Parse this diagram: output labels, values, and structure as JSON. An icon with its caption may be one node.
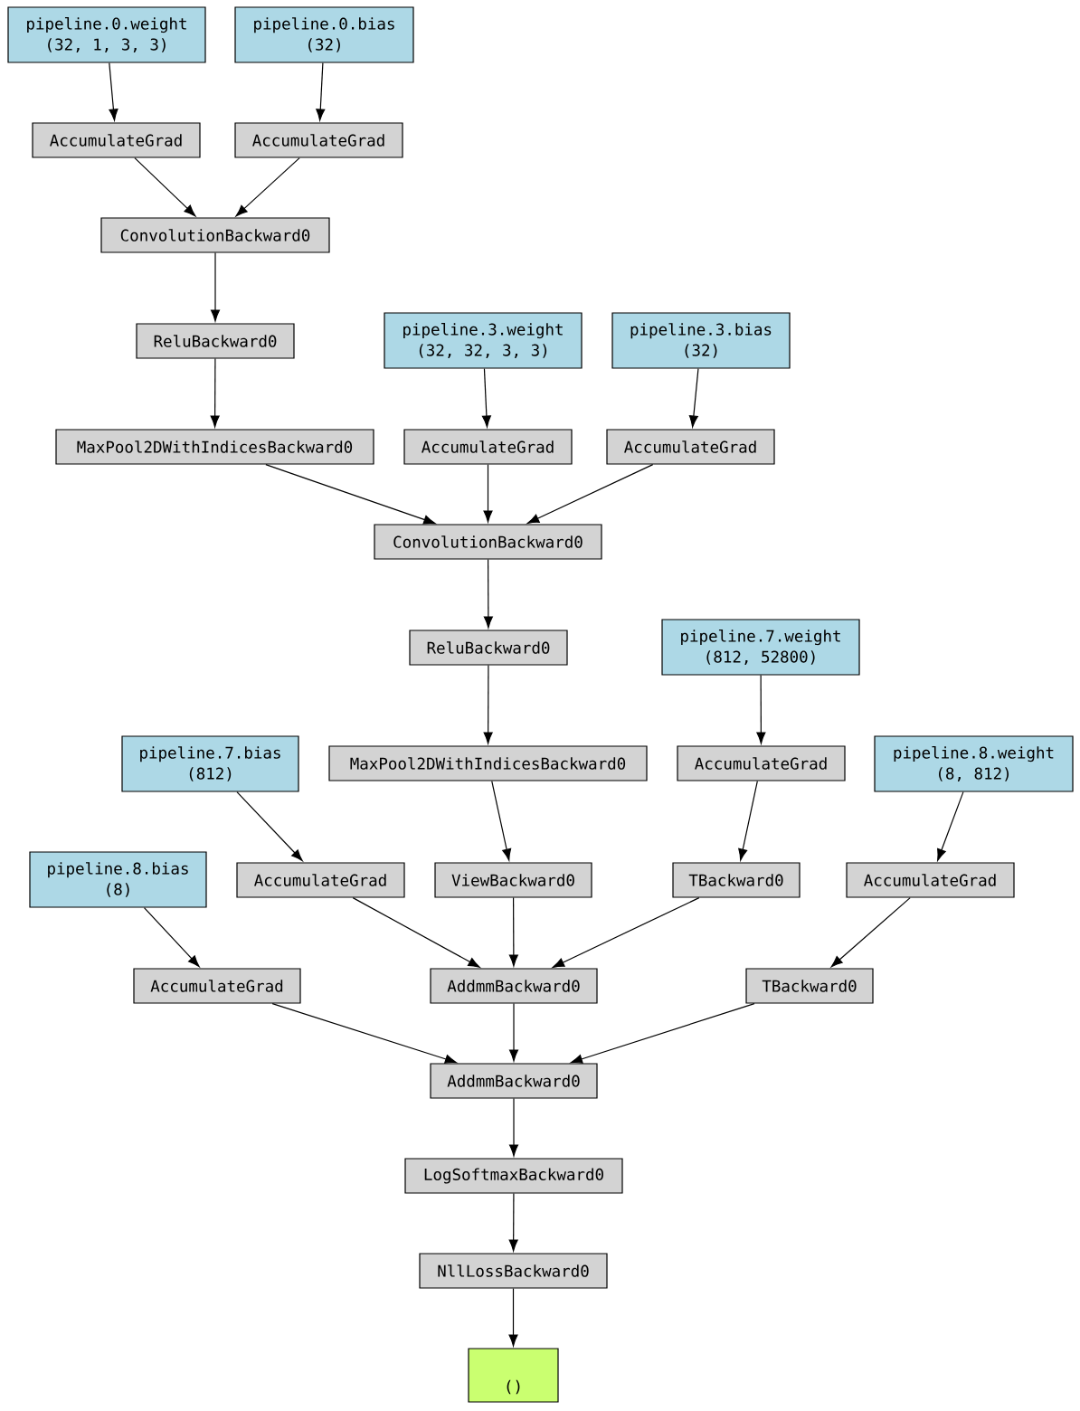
{
  "diagram": {
    "nodes": [
      {
        "text": [
          "pipeline.0.weight",
          "(32, 1, 3, 3)"
        ]
      },
      {
        "text": [
          "pipeline.0.bias",
          "(32)"
        ]
      },
      {
        "text": [
          "AccumulateGrad"
        ]
      },
      {
        "text": [
          "AccumulateGrad"
        ]
      },
      {
        "text": [
          "ConvolutionBackward0"
        ]
      },
      {
        "text": [
          "ReluBackward0"
        ]
      },
      {
        "text": [
          "pipeline.3.weight",
          "(32, 32, 3, 3)"
        ]
      },
      {
        "text": [
          "pipeline.3.bias",
          "(32)"
        ]
      },
      {
        "text": [
          "MaxPool2DWithIndicesBackward0"
        ]
      },
      {
        "text": [
          "AccumulateGrad"
        ]
      },
      {
        "text": [
          "AccumulateGrad"
        ]
      },
      {
        "text": [
          "ConvolutionBackward0"
        ]
      },
      {
        "text": [
          "ReluBackward0"
        ]
      },
      {
        "text": [
          "pipeline.7.weight",
          "(812, 52800)"
        ]
      },
      {
        "text": [
          "pipeline.7.bias",
          "(812)"
        ]
      },
      {
        "text": [
          "MaxPool2DWithIndicesBackward0"
        ]
      },
      {
        "text": [
          "AccumulateGrad"
        ]
      },
      {
        "text": [
          "pipeline.8.weight",
          "(8, 812)"
        ]
      },
      {
        "text": [
          "pipeline.8.bias",
          "(8)"
        ]
      },
      {
        "text": [
          "AccumulateGrad"
        ]
      },
      {
        "text": [
          "ViewBackward0"
        ]
      },
      {
        "text": [
          "TBackward0"
        ]
      },
      {
        "text": [
          "AccumulateGrad"
        ]
      },
      {
        "text": [
          "AccumulateGrad"
        ]
      },
      {
        "text": [
          "AddmmBackward0"
        ]
      },
      {
        "text": [
          "TBackward0"
        ]
      },
      {
        "text": [
          "AddmmBackward0"
        ]
      },
      {
        "text": [
          "LogSoftmaxBackward0"
        ]
      },
      {
        "text": [
          "NllLossBackward0"
        ]
      },
      {
        "text": [
          "()"
        ]
      }
    ],
    "edges": [
      {
        "from": 0,
        "to": 2,
        "arrow": "to"
      },
      {
        "from": 1,
        "to": 3,
        "arrow": "to"
      },
      {
        "from": 2,
        "to": 4,
        "arrow": "to"
      },
      {
        "from": 3,
        "to": 4,
        "arrow": "to"
      },
      {
        "from": 4,
        "to": 5,
        "arrow": "to"
      },
      {
        "from": 5,
        "to": 8,
        "arrow": "to"
      },
      {
        "from": 6,
        "to": 9,
        "arrow": "to"
      },
      {
        "from": 7,
        "to": 10,
        "arrow": "to"
      },
      {
        "from": 8,
        "to": 11,
        "arrow": "to"
      },
      {
        "from": 9,
        "to": 11,
        "arrow": "to"
      },
      {
        "from": 10,
        "to": 11,
        "arrow": "to"
      },
      {
        "from": 11,
        "to": 12,
        "arrow": "to"
      },
      {
        "from": 12,
        "to": 15,
        "arrow": "to"
      },
      {
        "from": 13,
        "to": 16,
        "arrow": "to"
      },
      {
        "from": 14,
        "to": 19,
        "arrow": "to"
      },
      {
        "from": 15,
        "to": 20,
        "arrow": "to"
      },
      {
        "from": 16,
        "to": 21,
        "arrow": "to"
      },
      {
        "from": 17,
        "to": 22,
        "arrow": "to"
      },
      {
        "from": 18,
        "to": 23,
        "arrow": "to"
      },
      {
        "from": 19,
        "to": 24,
        "arrow": "to"
      },
      {
        "from": 20,
        "to": 24,
        "arrow": "to"
      },
      {
        "from": 21,
        "to": 24,
        "arrow": "to"
      },
      {
        "from": 22,
        "to": 25,
        "arrow": "to"
      },
      {
        "from": 23,
        "to": 26,
        "arrow": "to"
      },
      {
        "from": 24,
        "to": 26,
        "arrow": "to"
      },
      {
        "from": 25,
        "to": 26,
        "arrow": "to"
      },
      {
        "from": 26,
        "to": 27,
        "arrow": "to"
      },
      {
        "from": 27,
        "to": 28,
        "arrow": "to"
      },
      {
        "from": 28,
        "to": 29,
        "arrow": "to"
      }
    ]
  }
}
